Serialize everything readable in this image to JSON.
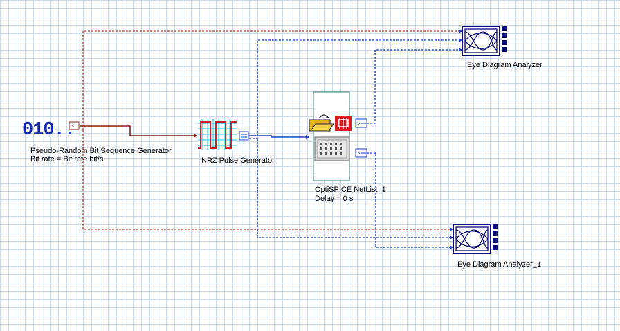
{
  "components": {
    "prbs": {
      "display": "010..",
      "name": "Pseudo-Random Bit Sequence Generator",
      "param": "Bit rate = Bit rate  bit/s",
      "icon": "binary-sequence-icon"
    },
    "nrz": {
      "name": "NRZ Pulse Generator",
      "icon": "pulse-waveform-icon"
    },
    "netlist": {
      "name": "OptiSPICE NetList_1",
      "param": "Delay = 0  s",
      "icons": [
        "open-folder-icon",
        "chip-icon",
        "connector-icon"
      ]
    },
    "eye1": {
      "name": "Eye Diagram Analyzer",
      "icon": "eye-diagram-icon"
    },
    "eye2": {
      "name": "Eye Diagram Analyzer_1",
      "icon": "eye-diagram-icon"
    }
  },
  "colors": {
    "electrical_signal": "#8b1a1a",
    "reference_signal": "#c0392b",
    "link_blue": "#1f3fbf",
    "grid": "#cfd8e6",
    "component_border": "#0b0b7a",
    "netlist_border": "#2e7d6b"
  }
}
